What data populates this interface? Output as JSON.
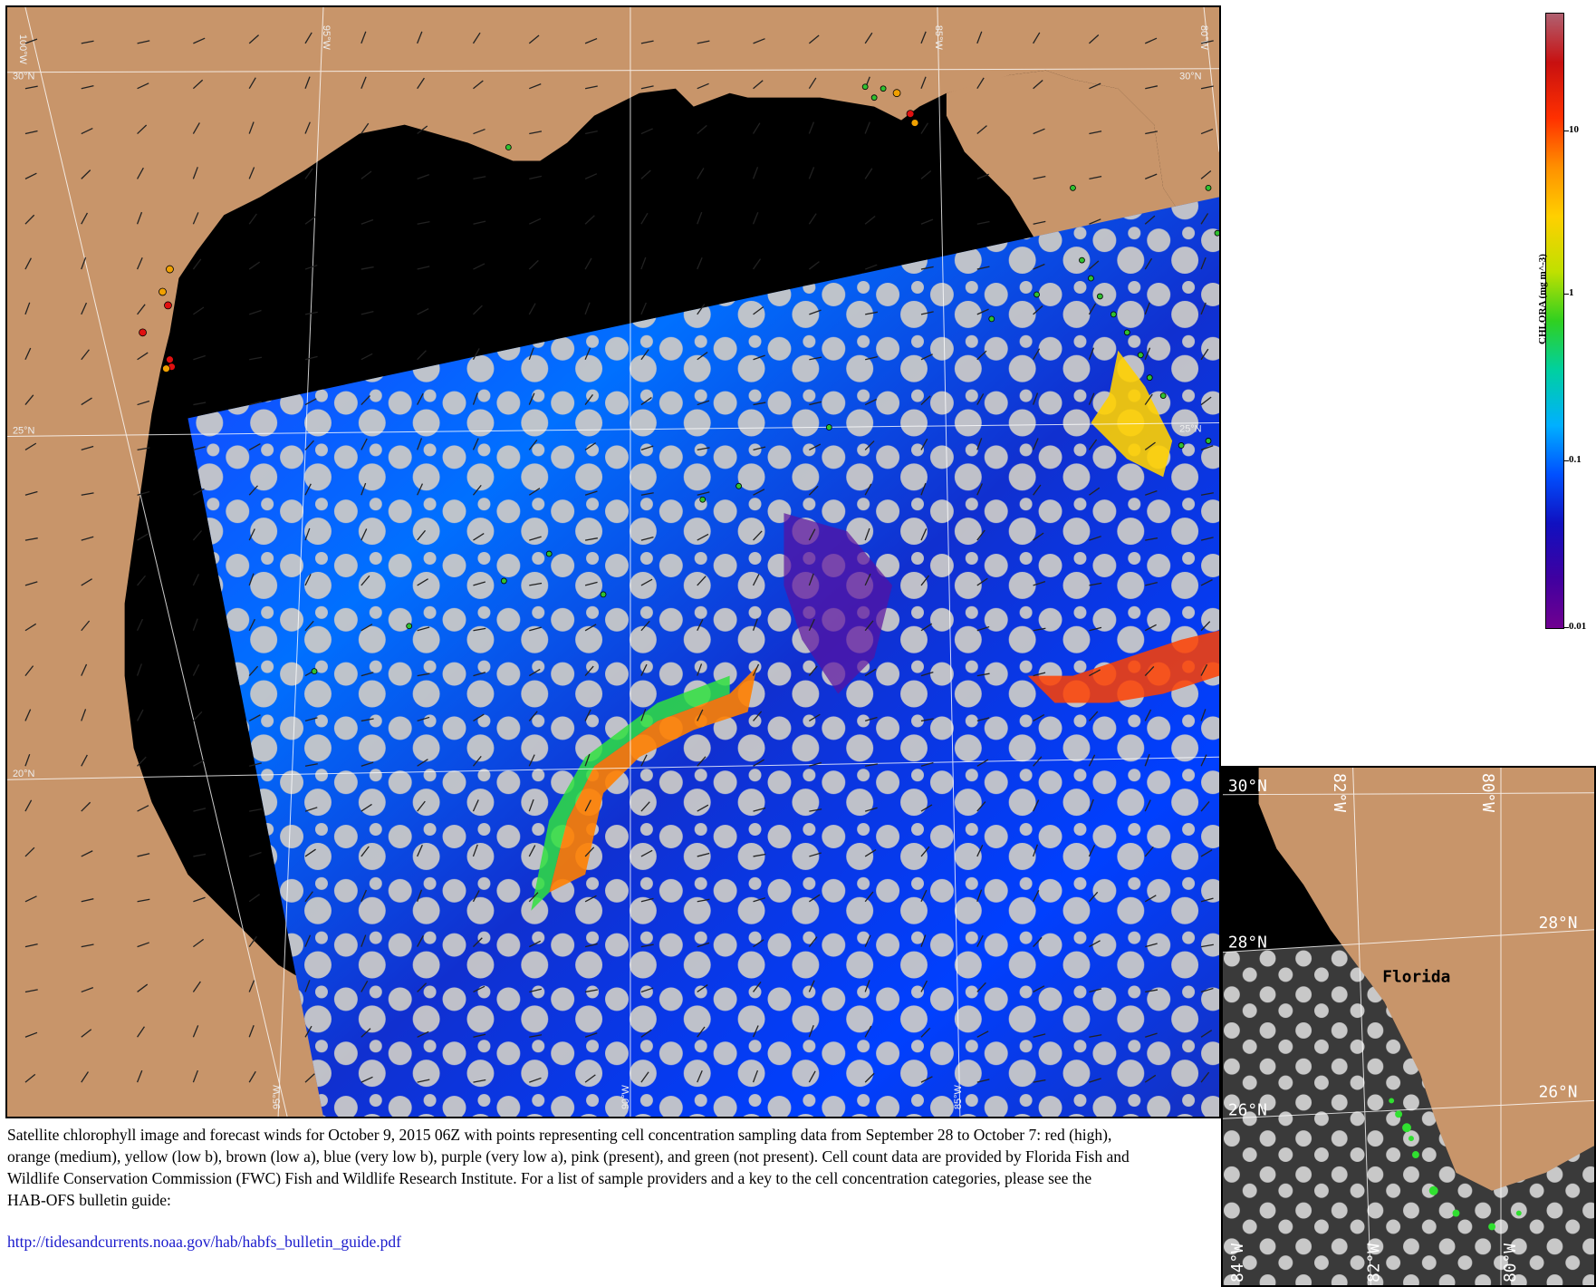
{
  "main_map": {
    "lat_labels": [
      "30°N",
      "25°N",
      "20°N"
    ],
    "lon_labels_top": [
      "100°W",
      "95°W",
      "85°W",
      "80°W"
    ],
    "lon_labels_bottom": [
      "95°W",
      "90°W",
      "85°W"
    ],
    "lat_labels_right": [
      "30°N",
      "25°N"
    ]
  },
  "colorbar": {
    "title": "CHLORA (mg m^-3)",
    "ticks": [
      "10",
      "1",
      "0.1",
      "0.01"
    ],
    "colors": [
      "#b06070",
      "#c81010",
      "#ff3000",
      "#ff9000",
      "#ffd000",
      "#c0e000",
      "#30d020",
      "#00d0a0",
      "#00b0ff",
      "#0050ff",
      "#1010c0",
      "#4000a0",
      "#700090"
    ]
  },
  "inset": {
    "place_label": "Florida",
    "labels": {
      "lat_top": "30°N",
      "lon_top_1": "82°W",
      "lon_top_2": "80°W",
      "lat_28_left": "28°N",
      "lat_28_right": "28°N",
      "lat_26_left": "26°N",
      "lat_26_right": "26°N",
      "lon_bottom_1": "84°W",
      "lon_bottom_2": "82°W",
      "lon_bottom_3": "80°W"
    }
  },
  "caption": {
    "text": "Satellite chlorophyll image and forecast winds for October  9, 2015 06Z with points representing cell concentration sampling data from September 28 to October  7: red (high), orange (medium), yellow (low b), brown (low a), blue (very low b), purple (very low a), pink (present), and green (not present). Cell count data are provided by Florida Fish and Wildlife Conservation Commission (FWC) Fish and Wildlife Research Institute. For a list of sample providers and a key to the cell concentration categories, please see the HAB-OFS bulletin guide:",
    "link": "http://tidesandcurrents.noaa.gov/hab/habfs_bulletin_guide.pdf"
  },
  "colors": {
    "land": "#c8956a",
    "ocean_nodata": "#000000",
    "cloud": "#c8c8c8",
    "sample_red": "#e01010",
    "sample_orange": "#f0a000",
    "sample_green": "#30c030"
  }
}
